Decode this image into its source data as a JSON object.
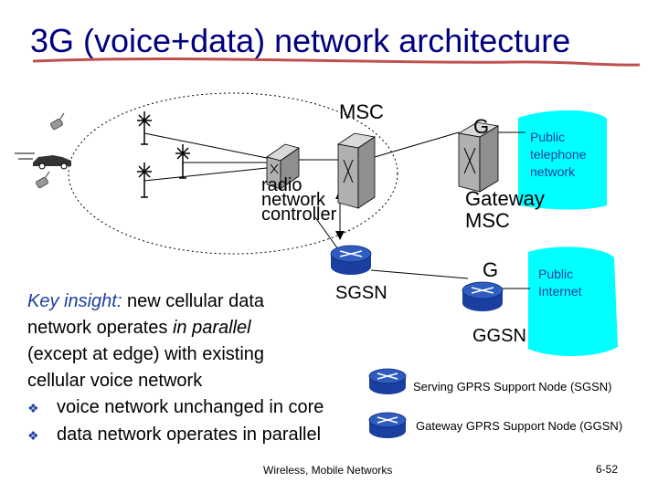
{
  "title": "3G (voice+data) network architecture",
  "labels": {
    "msc": "MSC",
    "radio_network_controller": [
      "radio",
      "network",
      "controller"
    ],
    "gateway_g": "G",
    "gateway_msc": [
      "Gateway",
      "MSC"
    ],
    "public_telephone_network": [
      "Public",
      "telephone",
      "network"
    ],
    "sgsn": "SGSN",
    "ggsn_g": "G",
    "ggsn": "GGSN",
    "public_internet": [
      "Public",
      "Internet"
    ]
  },
  "key_insight": {
    "lead": "Key insight:",
    "line1": " new cellular data",
    "line2a": "network operates ",
    "line2b": "in parallel",
    "line3": "(except at edge) with existing",
    "line4": "cellular voice network",
    "bullets": [
      "voice network unchanged in core",
      "data network operates in parallel"
    ]
  },
  "legend": {
    "sgsn": "Serving GPRS Support Node (SGSN)",
    "ggsn": "Gateway GPRS Support Node (GGSN)"
  },
  "footer": "Wireless, Mobile Networks",
  "page_number": "6-52",
  "colors": {
    "title": "#000080",
    "title_underline": "#c0504d",
    "cloud": "#00ffff",
    "router": "#1a3fa0",
    "switch": "#b0b0b0",
    "accent_text": "#1a3fa0"
  },
  "icons": [
    "cell-tower-icon",
    "cell-phone-icon",
    "car-icon",
    "msc-switch-icon",
    "router-icon",
    "bullet-arrow-icon"
  ]
}
